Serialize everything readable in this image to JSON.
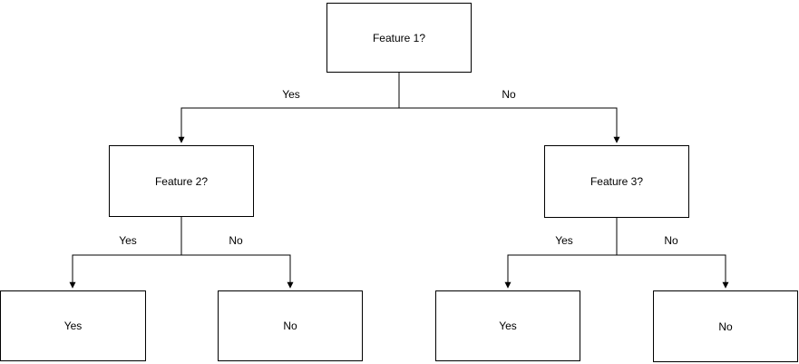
{
  "diagram": {
    "type": "decision-tree-flowchart",
    "colors": {
      "canvas_background": "#ffffff",
      "node_fill": "#ffffff",
      "node_stroke": "#000000",
      "edge_stroke": "#000000",
      "text": "#000000"
    },
    "nodes": {
      "feature1": "Feature 1?",
      "feature2": "Feature 2?",
      "feature3": "Feature 3?",
      "leaf_left_yes": "Yes",
      "leaf_left_no": "No",
      "leaf_right_yes": "Yes",
      "leaf_right_no": "No"
    },
    "edge_labels": {
      "root_yes": "Yes",
      "root_no": "No",
      "feature2_yes": "Yes",
      "feature2_no": "No",
      "feature3_yes": "Yes",
      "feature3_no": "No"
    },
    "structure": {
      "root": "feature1",
      "edges": [
        {
          "from": "feature1",
          "to": "feature2",
          "label": "Yes"
        },
        {
          "from": "feature1",
          "to": "feature3",
          "label": "No"
        },
        {
          "from": "feature2",
          "to": "leaf_left_yes",
          "label": "Yes"
        },
        {
          "from": "feature2",
          "to": "leaf_left_no",
          "label": "No"
        },
        {
          "from": "feature3",
          "to": "leaf_right_yes",
          "label": "Yes"
        },
        {
          "from": "feature3",
          "to": "leaf_right_no",
          "label": "No"
        }
      ]
    }
  }
}
